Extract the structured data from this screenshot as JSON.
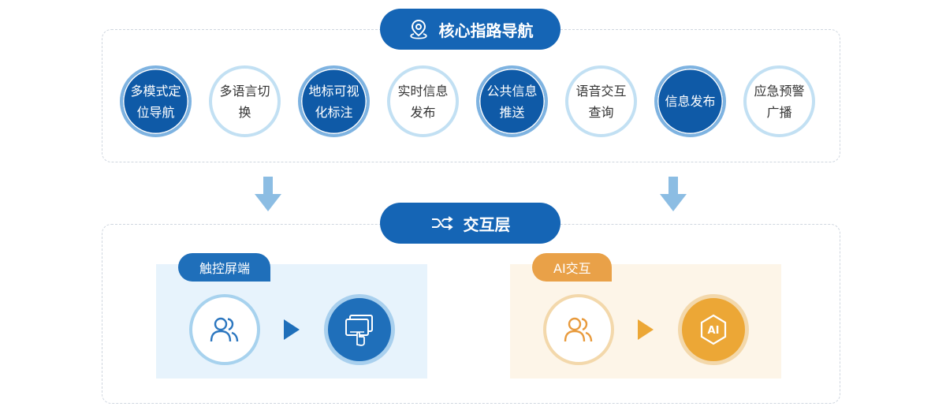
{
  "nav": {
    "title": "核心指路导航",
    "icon": "location-pin-icon",
    "features": [
      {
        "label": "多模式定位导航",
        "style": "dark"
      },
      {
        "label": "多语言切换",
        "style": "light"
      },
      {
        "label": "地标可视化标注",
        "style": "dark"
      },
      {
        "label": "实时信息发布",
        "style": "light"
      },
      {
        "label": "公共信息推送",
        "style": "dark"
      },
      {
        "label": "语音交互查询",
        "style": "light"
      },
      {
        "label": "信息发布",
        "style": "dark"
      },
      {
        "label": "应急预警广播",
        "style": "light"
      }
    ]
  },
  "interaction": {
    "title": "交互层",
    "icon": "shuffle-icon",
    "touch": {
      "label": "触控屏端",
      "user_icon": "users-icon",
      "device_icon": "touchscreen-icon"
    },
    "ai": {
      "label": "AI交互",
      "user_icon": "users-icon",
      "device_icon": "ai-icon",
      "badge_text": "AI"
    }
  },
  "colors": {
    "primary": "#1565b5",
    "dark_circle": "#0f5aa7",
    "light_ring": "#c2e0f3",
    "arrow": "#8cbde3",
    "ai_orange": "#eca736"
  }
}
